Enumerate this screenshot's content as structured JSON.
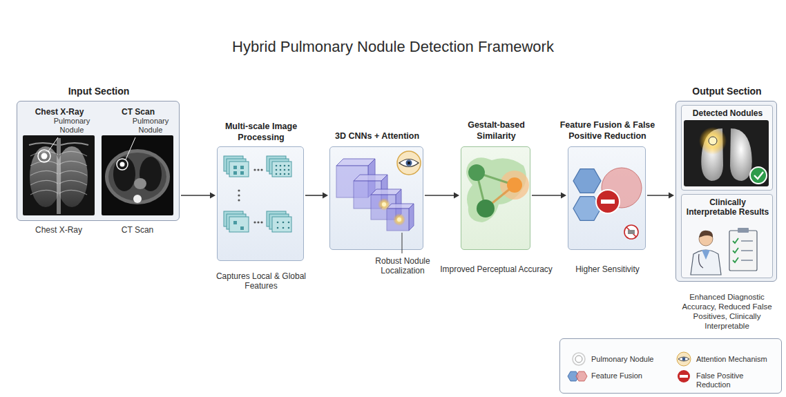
{
  "diagram": {
    "title": "Hybrid Pulmonary Nodule Detection Framework",
    "nodes": [
      {
        "text": [
          "Input Section"
        ]
      },
      {
        "text": [
          "Chest X-Ray",
          "Pulmonary Nodule"
        ],
        "in": 0
      },
      {
        "text": [
          "CT Scan",
          "Pulmonary Nodule"
        ],
        "in": 0
      },
      {
        "text": [
          "Multi-scale Image Processing",
          "Captures Local & Global Features"
        ]
      },
      {
        "text": [
          "3D CNNs + Attention",
          "Robust Nodule Localization"
        ]
      },
      {
        "text": [
          "Gestalt-based Similarity",
          "Improved Perceptual Accuracy"
        ]
      },
      {
        "text": [
          "Feature Fusion & False Positive Reduction",
          "Higher Sensitivity"
        ]
      },
      {
        "text": [
          "Output Section",
          "Enhanced Diagnostic Accuracy, Reduced False Positives, Clinically Interpretable"
        ]
      },
      {
        "text": [
          "Detected Nodules"
        ],
        "in": 7
      },
      {
        "text": [
          "Clinically Interpretable Results"
        ],
        "in": 7
      }
    ],
    "edges": [
      {
        "from": 0,
        "to": 3,
        "arrow": "to"
      },
      {
        "from": 3,
        "to": 4,
        "arrow": "to"
      },
      {
        "from": 4,
        "to": 5,
        "arrow": "to"
      },
      {
        "from": 5,
        "to": 6,
        "arrow": "to"
      },
      {
        "from": 6,
        "to": 7,
        "arrow": "to"
      }
    ],
    "labels": [
      "Chest X-Ray",
      "CT Scan"
    ],
    "legend": [
      {
        "text": "Pulmonary Nodule"
      },
      {
        "text": "Attention Mechanism"
      },
      {
        "text": "Feature Fusion"
      },
      {
        "text": "False Positive Reduction"
      }
    ]
  }
}
